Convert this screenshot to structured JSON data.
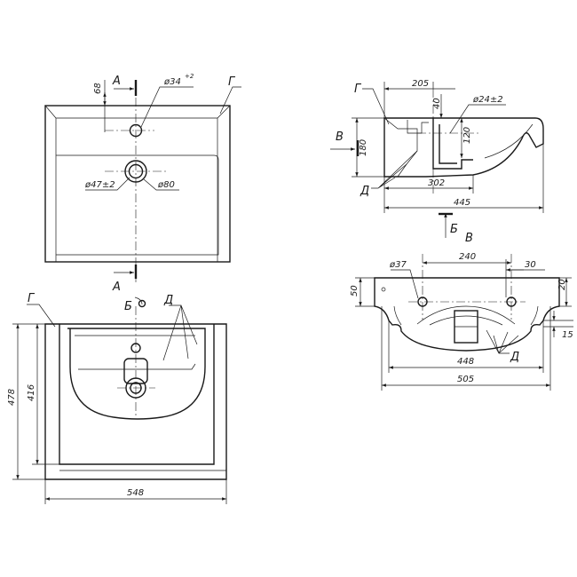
{
  "top_view": {
    "section_letter_top": "А",
    "section_letter_bottom": "А",
    "corner_label": "Г",
    "dim_tap_offset": "68",
    "dim_tap_hole": "ø34",
    "dim_tap_hole_tol": "+2",
    "dim_drain_hole": "ø47±2",
    "dim_drain_outer": "ø80"
  },
  "front_view": {
    "view_letter": "Б",
    "corner_label": "Г",
    "detail_label": "Д",
    "dim_height_total": "478",
    "dim_height_inner": "416",
    "dim_width": "548"
  },
  "section_a": {
    "corner_label": "Г",
    "view_letter": "В",
    "view_letter_b": "Б",
    "detail_label": "Д",
    "dim_205": "205",
    "dim_40": "40",
    "dim_overflow_hole": "ø24±2",
    "dim_180": "180",
    "dim_120": "120",
    "dim_302": "302",
    "dim_445": "445"
  },
  "view_v": {
    "view_letter": "В",
    "detail_label": "Д",
    "dim_hole": "ø37",
    "dim_240": "240",
    "dim_30": "30",
    "dim_50": "50",
    "dim_20": "20",
    "dim_15": "15",
    "dim_448": "448",
    "dim_505": "505"
  }
}
